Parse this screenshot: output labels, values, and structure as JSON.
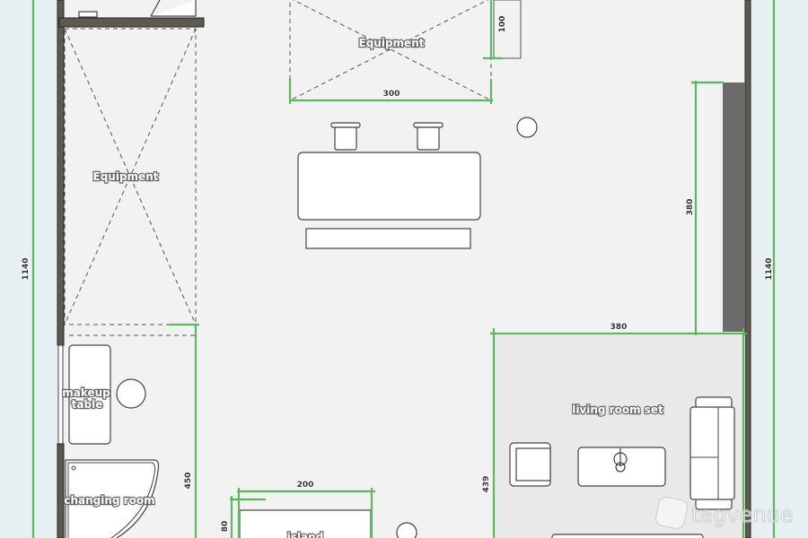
{
  "plan": {
    "zones": {
      "equipment_left": "Equipment",
      "equipment_top": "Equipment",
      "living_room": "living room set",
      "makeup_line1": "makeup",
      "makeup_line2": "table",
      "changing_room": "changing room",
      "island": "island"
    },
    "dimensions": {
      "equipment_top_width": "300",
      "equipment_top_depth": "100",
      "panel_length": "380",
      "living_width": "380",
      "living_depth": "439",
      "left_total": "1140",
      "right_total": "1140",
      "left_zone_length": "450",
      "island_width": "200",
      "island_depth": "80"
    },
    "watermark": "tagvenue",
    "colors": {
      "dimension": "#5cb85c",
      "wall": "#5e5a52",
      "floor": "#f2f2f2",
      "outside": "#e6eff2"
    }
  }
}
